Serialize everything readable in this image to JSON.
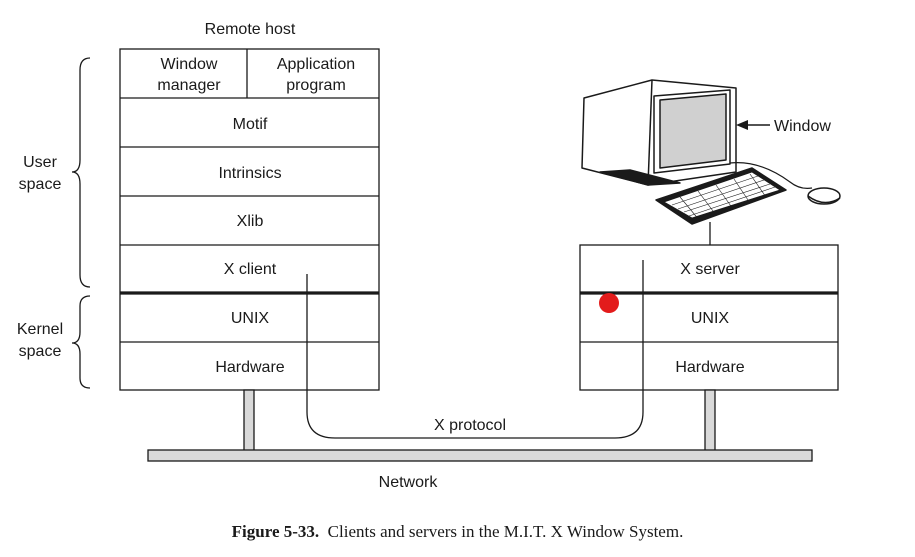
{
  "labels": {
    "remote_host": "Remote host",
    "window_manager_1": "Window",
    "window_manager_2": "manager",
    "application_1": "Application",
    "application_2": "program",
    "motif": "Motif",
    "intrinsics": "Intrinsics",
    "xlib": "Xlib",
    "x_client": "X client",
    "unix_left": "UNIX",
    "hardware_left": "Hardware",
    "user_space_1": "User",
    "user_space_2": "space",
    "kernel_space_1": "Kernel",
    "kernel_space_2": "space",
    "x_server": "X server",
    "unix_right": "UNIX",
    "hardware_right": "Hardware",
    "window": "Window",
    "x_protocol": "X protocol",
    "network": "Network"
  },
  "caption": {
    "figure_number": "Figure 5-33.",
    "text": "Clients and servers in the M.I.T. X Window System."
  },
  "colors": {
    "marker": "#e31b1b",
    "network_bar": "#d9d9d9",
    "screen": "#d0d0d0"
  }
}
